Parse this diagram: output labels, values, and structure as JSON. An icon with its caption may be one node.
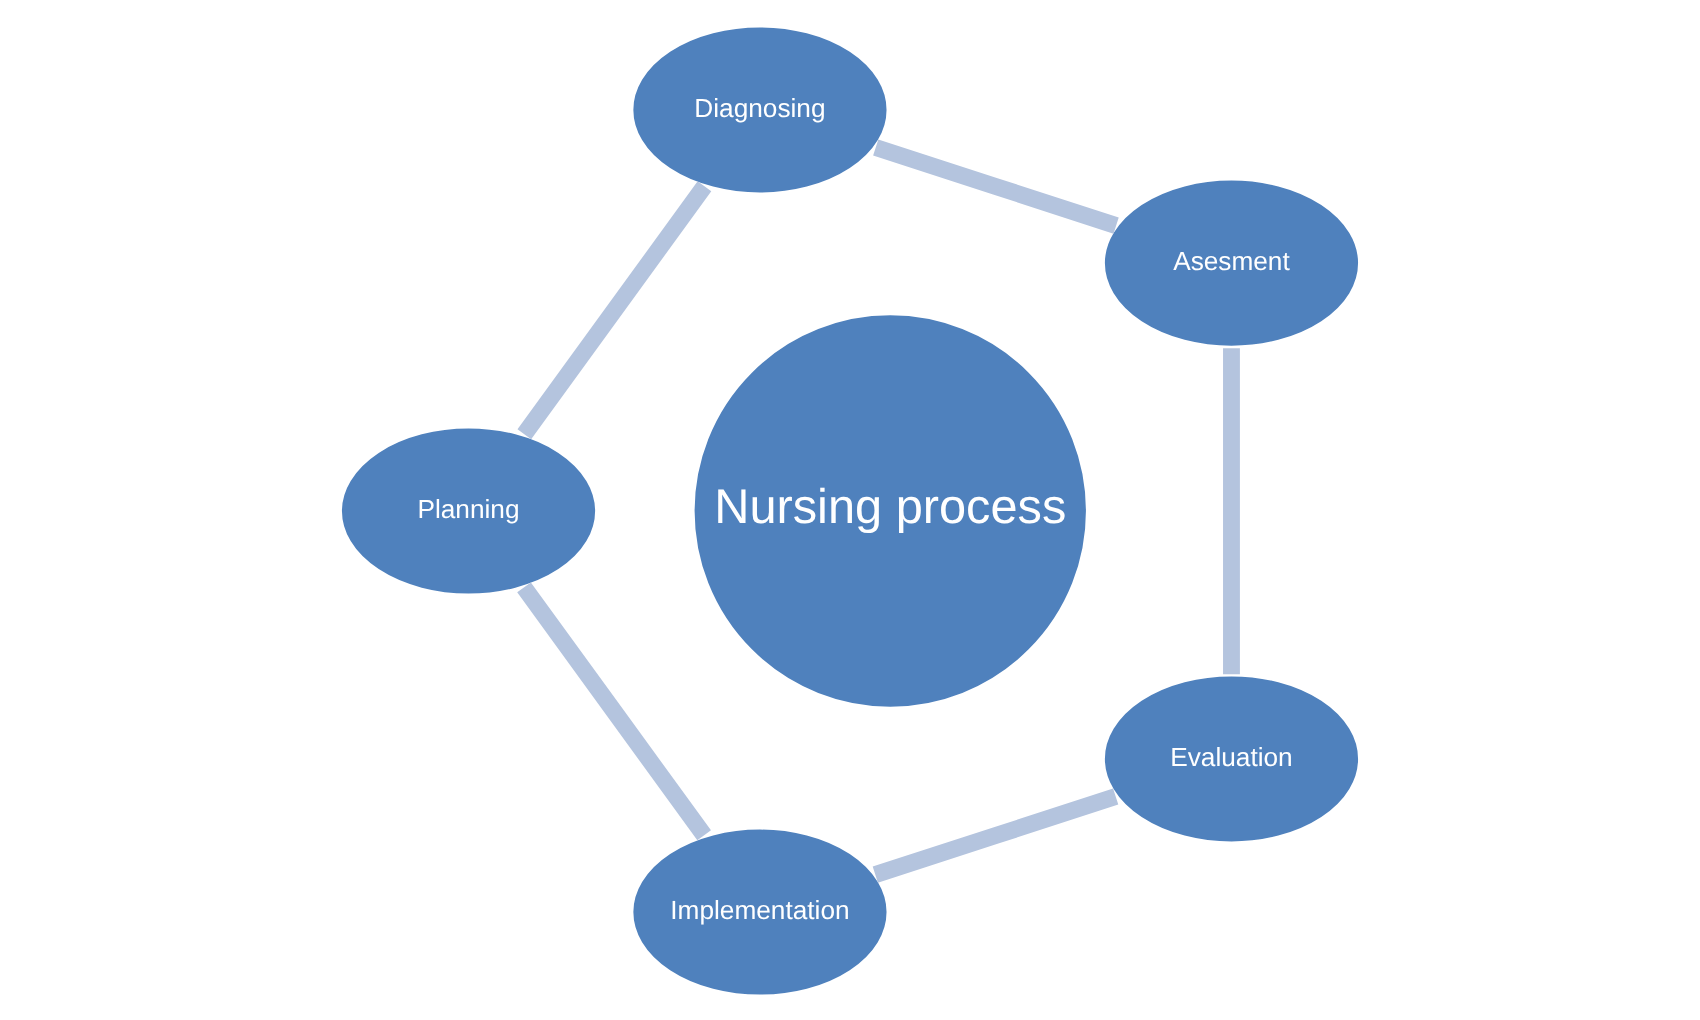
{
  "diagram": {
    "nodes": [
      {
        "text": [
          "Nursing process"
        ]
      },
      {
        "text": [
          "Asesment"
        ]
      },
      {
        "text": [
          "Diagnosing"
        ]
      },
      {
        "text": [
          "Planning"
        ]
      },
      {
        "text": [
          "Implementation"
        ]
      },
      {
        "text": [
          "Evaluation"
        ]
      }
    ],
    "edges": [
      {
        "from": 1,
        "to": 2,
        "arrow": "none"
      },
      {
        "from": 2,
        "to": 3,
        "arrow": "none"
      },
      {
        "from": 3,
        "to": 4,
        "arrow": "none"
      },
      {
        "from": 4,
        "to": 5,
        "arrow": "none"
      },
      {
        "from": 5,
        "to": 1,
        "arrow": "none"
      }
    ]
  }
}
